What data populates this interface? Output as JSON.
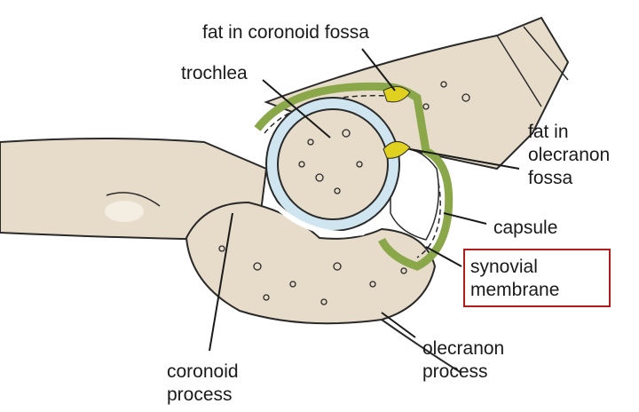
{
  "labels": {
    "fat_coronoid": "fat in coronoid fossa",
    "trochlea": "trochlea",
    "fat_olecranon_1": "fat in",
    "fat_olecranon_2": "olecranon",
    "fat_olecranon_3": "fossa",
    "capsule": "capsule",
    "synovial_1": "synovial",
    "synovial_2": "membrane",
    "coronoid_1": "coronoid",
    "coronoid_2": "process",
    "olecranon_1": "olecranon",
    "olecranon_2": "process"
  },
  "colors": {
    "bone": "#e7dcca",
    "cartilage": "#cfe5ef",
    "capsule": "#8aa84a",
    "fat": "#e0d020",
    "outline": "#2a2a2a",
    "highlight": "#b01c1c"
  }
}
